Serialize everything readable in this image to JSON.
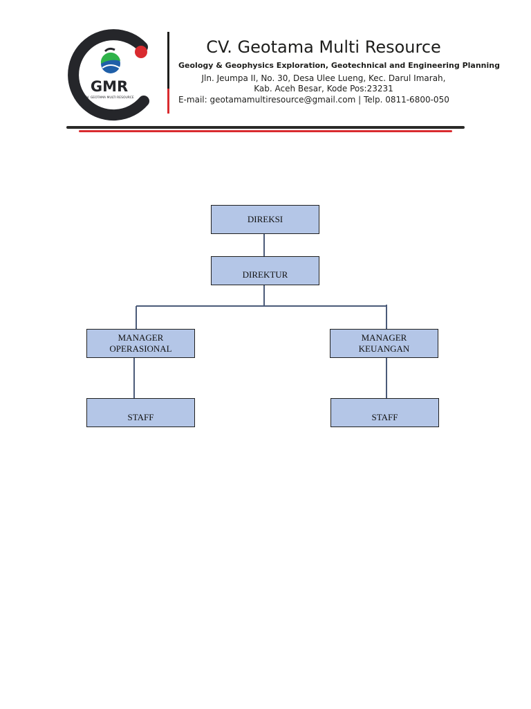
{
  "letterhead": {
    "logo_text": "GMR",
    "logo_subtext": "CV. GEOTAMA MULTI RESOURCE",
    "company_name": "CV. Geotama Multi Resource",
    "tagline": "Geology & Geophysics Exploration, Geotechnical and Engineering Planning",
    "address_line1": "Jln. Jeumpa II, No. 30, Desa Ulee Lueng, Kec. Darul Imarah,",
    "address_line2": "Kab. Aceh Besar, Kode Pos:23231",
    "contact_line": "E-mail: geotamamultiresource@gmail.com | Telp. 0811-6800-050",
    "colors": {
      "dark": "#1d1d1b",
      "red": "#d92b2f",
      "green": "#2fb34a",
      "blue": "#1f5fa8"
    }
  },
  "org_chart": {
    "box_color": "#b4c6e7",
    "direksi": "DIREKSI",
    "direktur": "DIREKTUR",
    "manager_operasional": "MANAGER\nOPERASIONAL",
    "manager_keuangan": "MANAGER\nKEUANGAN",
    "staff_operasional": "STAFF",
    "staff_keuangan": "STAFF"
  }
}
